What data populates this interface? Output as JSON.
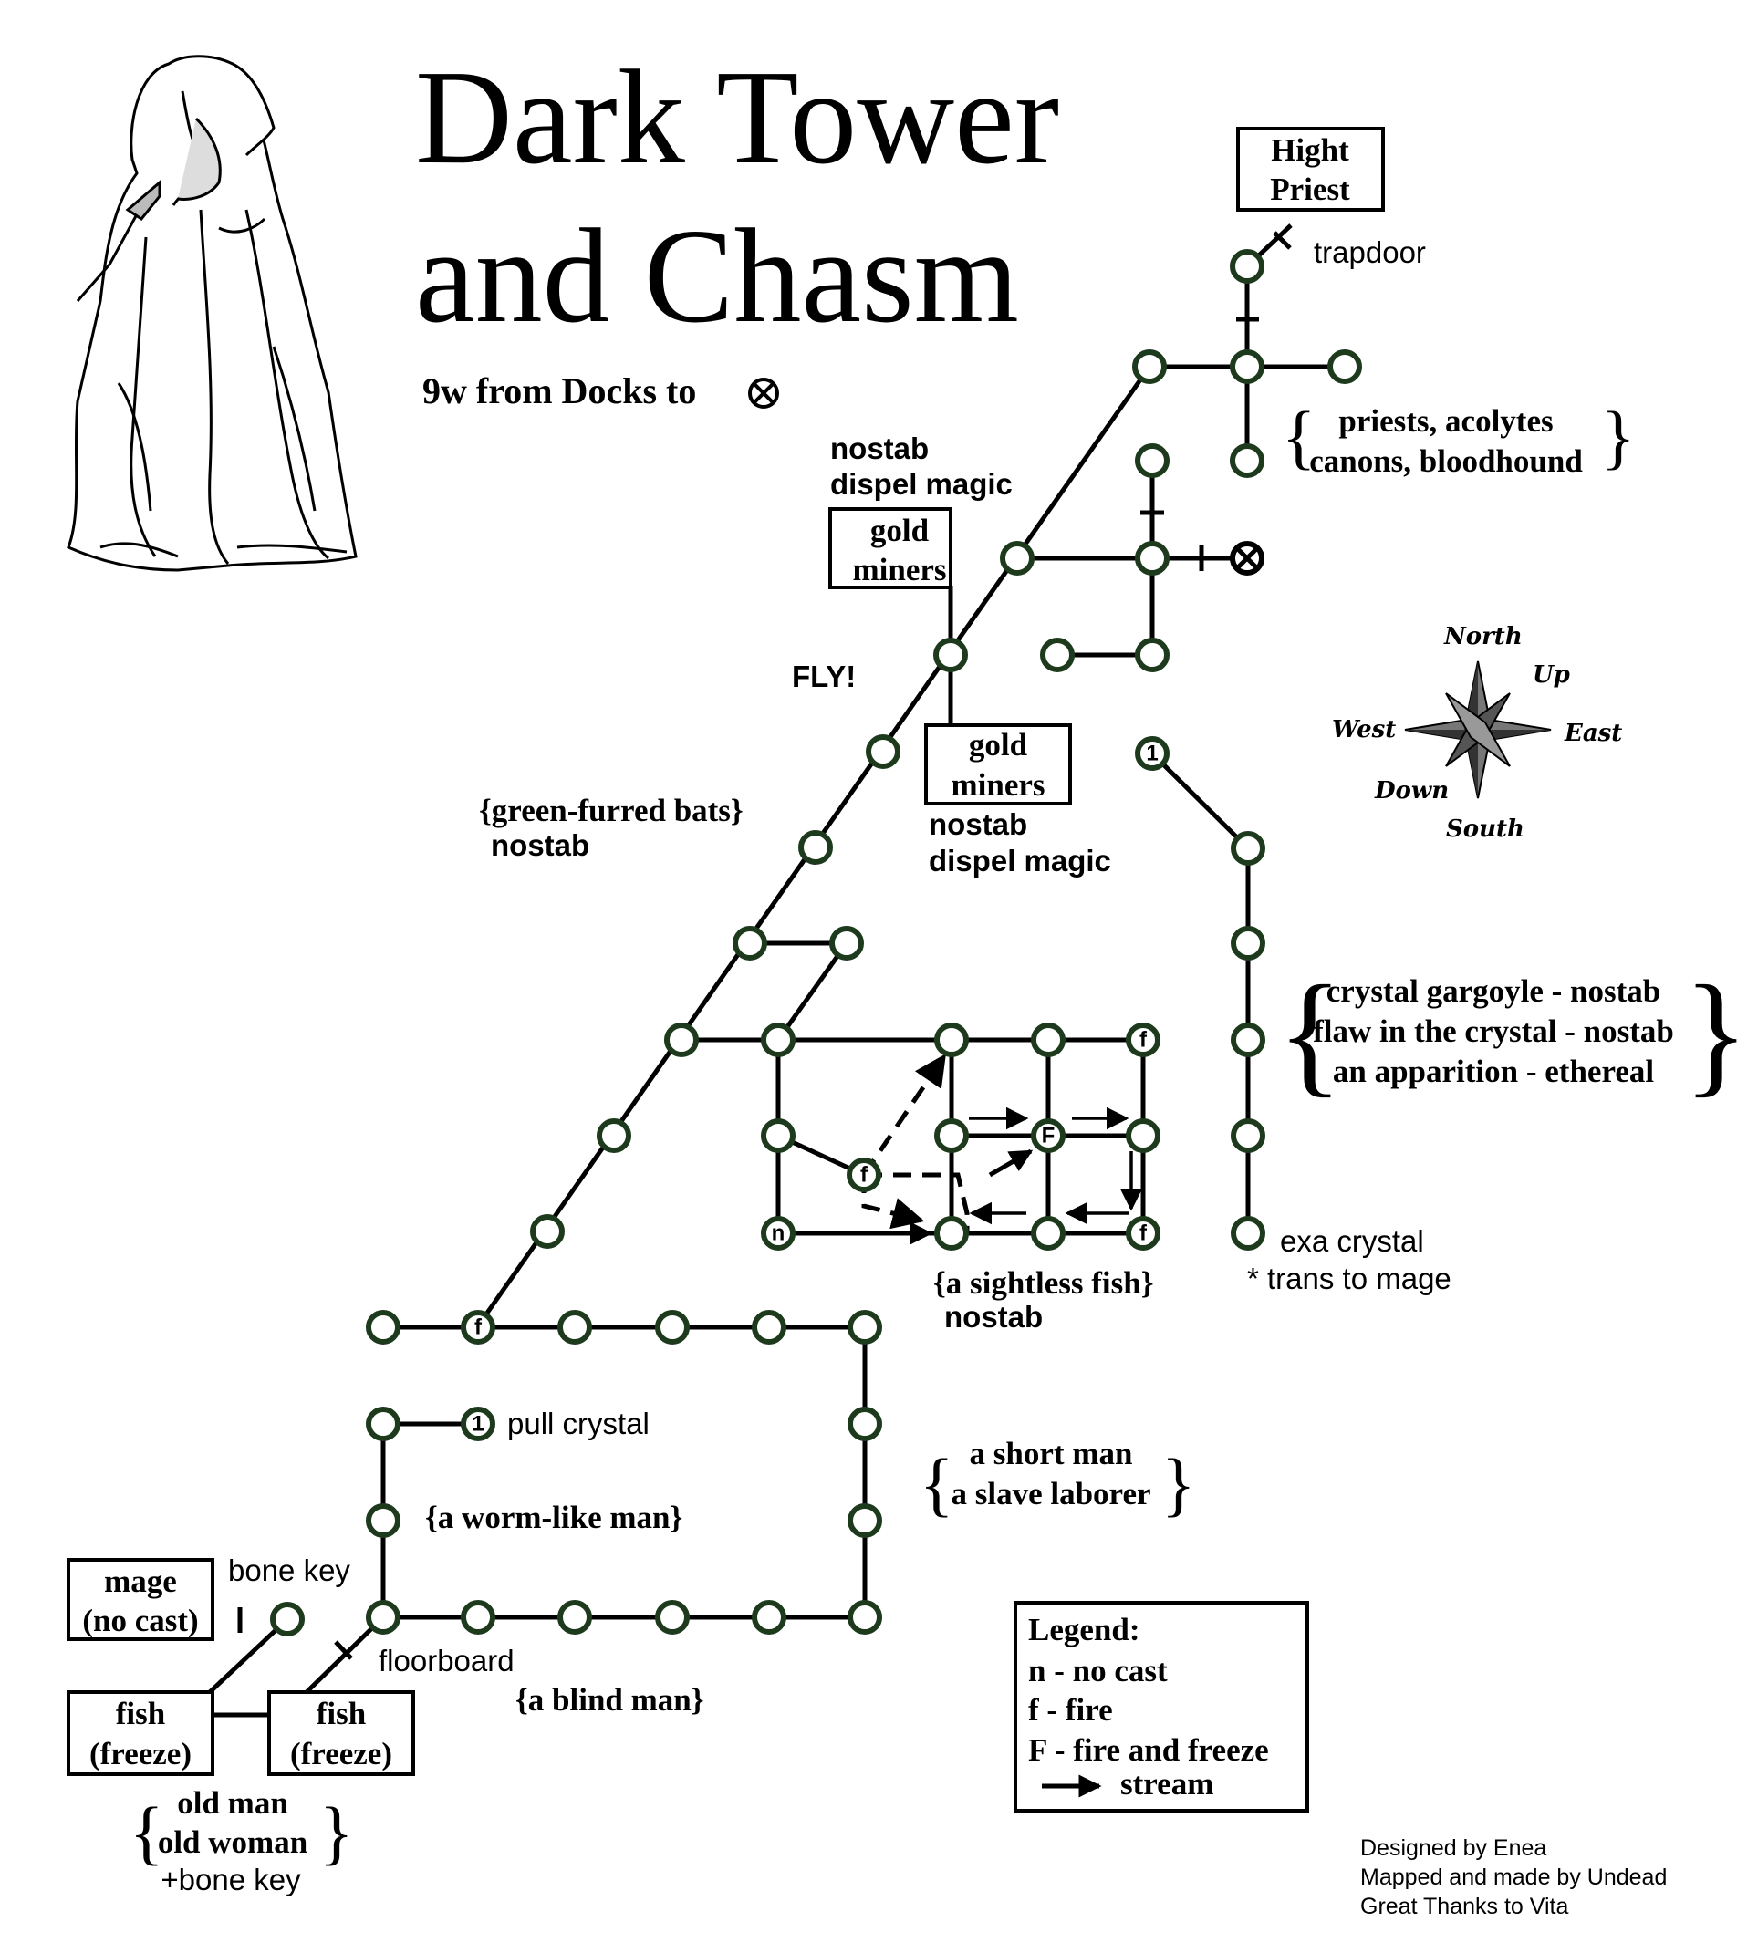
{
  "title_line1": "Dark Tower",
  "title_line2": "and Chasm",
  "subtitle": "9w from Docks to",
  "labels": {
    "trapdoor": "trapdoor",
    "floorboard": "floorboard",
    "bone_key": "bone key",
    "pull_crystal": "pull crystal",
    "fly": "FLY!",
    "exa_crystal": "exa crystal",
    "trans_to_mage": "* trans to mage",
    "nostab_dispel_top_1": "nostab",
    "nostab_dispel_top_2": "dispel magic",
    "nostab_dispel_bottom_1": "nostab",
    "nostab_dispel_bottom_2": "dispel magic",
    "bats_1": "{green-furred bats}",
    "bats_2": "nostab",
    "fish_1": "{a sightless fish}",
    "fish_2": "nostab",
    "worm_man": "{a worm-like man}",
    "blind_man": "{a blind man}",
    "priests_1": "priests, acolytes",
    "priests_2": "canons, bloodhound",
    "crystal_1": "crystal gargoyle - nostab",
    "crystal_2": "flaw in the crystal - nostab",
    "crystal_3": "an apparition - ethereal",
    "short_man_1": "a short man",
    "short_man_2": "a slave laborer",
    "old_1": "old man",
    "old_2": "old woman",
    "old_3": "+bone key"
  },
  "boxes": {
    "high_priest_1": "Hight",
    "high_priest_2": "Priest",
    "gold_top_1": "gold",
    "gold_top_2": "miners",
    "gold_bottom_1": "gold",
    "gold_bottom_2": "miners",
    "mage_1": "mage",
    "mage_2": "(no cast)",
    "fish_left_1": "fish",
    "fish_left_2": "(freeze)",
    "fish_right_1": "fish",
    "fish_right_2": "(freeze)"
  },
  "node_marks": {
    "f": "f",
    "F": "F",
    "n": "n",
    "one": "1"
  },
  "compass": {
    "north": "North",
    "south": "South",
    "east": "East",
    "west": "West",
    "up": "Up",
    "down": "Down"
  },
  "legend": {
    "title": "Legend:",
    "item1": "n - no cast",
    "item2": "f  - fire",
    "item3": "F - fire and freeze",
    "item4": "stream"
  },
  "credits": {
    "line1": "Designed by Enea",
    "line2": "Mapped and made by Undead",
    "line3": "Great Thanks to Vita"
  }
}
